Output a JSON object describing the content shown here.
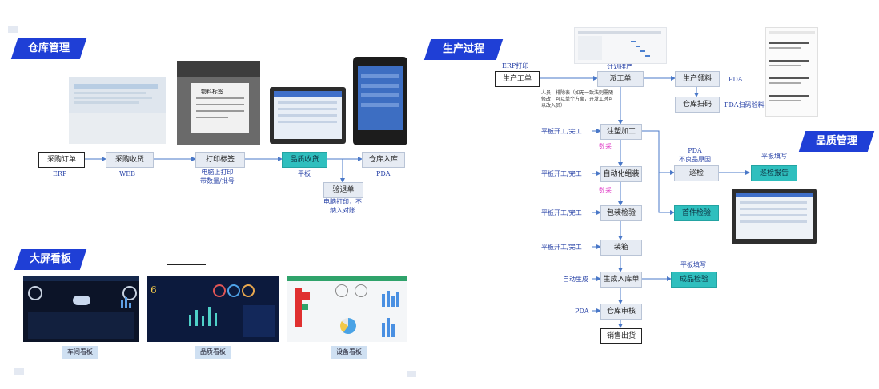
{
  "sections": {
    "warehouse": "仓库管理",
    "production": "生产过程",
    "quality": "品质管理",
    "dashboard": "大屏看板"
  },
  "warehouse_flow": {
    "purchase_order": "采购订单",
    "purchase_receive": "采购收货",
    "print_label": "打印标签",
    "quality_receive": "品质收货",
    "warehouse_in": "仓库入库",
    "return_order": "验退单",
    "label_erp": "ERP",
    "label_web": "WEB",
    "label_print": "电脑上打印\n带数量/批号",
    "label_tablet": "平板",
    "label_pda": "PDA",
    "label_return": "电脑打印，不\n纳入对账",
    "label_sticker": "物料标签"
  },
  "production_flow": {
    "erp_print": "ERP打印",
    "work_order": "生产工单",
    "plan_label": "计划排产",
    "dispatch": "派工单",
    "note": "人员：排除表（如无一致法则需随\n修改，可以单个方案，开发工时可\n以改入员）",
    "picking": "生产领料",
    "pda1": "PDA",
    "scan": "仓库扫码",
    "pda_scan": "PDA扫码验料",
    "injection": "注塑加工",
    "auto_assembly": "自动化组装",
    "pack_inspect": "包装检验",
    "packing": "装箱",
    "gen_inbound": "生成入库单",
    "wh_review": "仓库审核",
    "sales_out": "销售出货",
    "tablet_start1": "平板开工/完工",
    "tablet_start2": "平板开工/完工",
    "tablet_start3": "平板开工/完工",
    "tablet_start4": "平板开工/完工",
    "auto_gen": "自动生成",
    "pda2": "PDA",
    "collect1": "数采",
    "collect2": "数采"
  },
  "quality_flow": {
    "pda_reason": "PDA\n不良品原因",
    "inspect": "巡检",
    "tablet_fill1": "平板填写",
    "inspect_report": "巡检报告",
    "first_article": "首件检验",
    "tablet_fill2": "平板填写",
    "final_inspect": "成品检验"
  },
  "dashboards": [
    {
      "caption": "车间看板"
    },
    {
      "caption": "品质看板"
    },
    {
      "caption": "设备看板"
    }
  ],
  "colors": {
    "tag": "#1f3fd6",
    "teal": "#2fbfbe",
    "box": "#e6ebf3",
    "arrow": "#4a78c8",
    "label": "#2b45a8",
    "pink": "#e040c8"
  }
}
